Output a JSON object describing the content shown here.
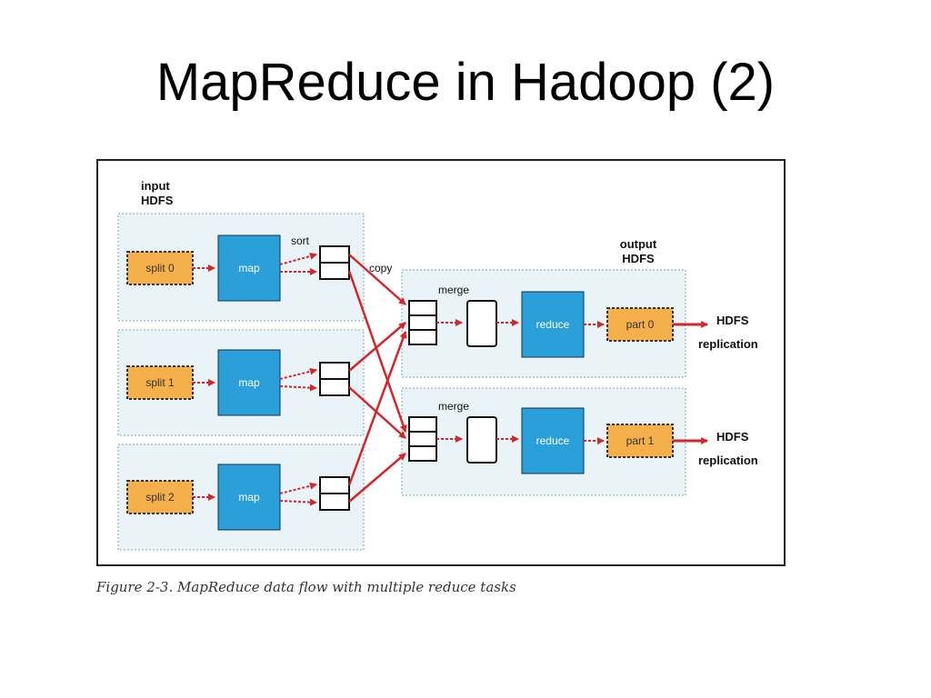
{
  "slide": {
    "title": "MapReduce in Hadoop (2)"
  },
  "figure": {
    "caption": "Figure 2-3. MapReduce data flow with multiple reduce tasks",
    "input_label_line1": "input",
    "input_label_line2": "HDFS",
    "output_label_line1": "output",
    "output_label_line2": "HDFS",
    "sort_label": "sort",
    "copy_label": "copy",
    "map_tasks": [
      {
        "split": "split 0",
        "map": "map"
      },
      {
        "split": "split 1",
        "map": "map"
      },
      {
        "split": "split 2",
        "map": "map"
      }
    ],
    "reduce_tasks": [
      {
        "merge": "merge",
        "reduce": "reduce",
        "part": "part 0",
        "hdfs_line1": "HDFS",
        "hdfs_line2": "replication"
      },
      {
        "merge": "merge",
        "reduce": "reduce",
        "part": "part 1",
        "hdfs_line1": "HDFS",
        "hdfs_line2": "replication"
      }
    ],
    "colors": {
      "split_fill": "#f5b04b",
      "map_fill": "#2a9fd8",
      "task_region_fill": "#eaf4f8",
      "arrow": "#d4262a"
    }
  }
}
